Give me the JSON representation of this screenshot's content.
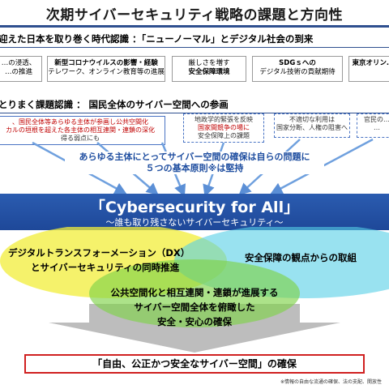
{
  "title": "次期サイバーセキュリティ戦略の課題と方向性",
  "section1": {
    "heading": "迎えた日本を取り巻く時代認識 ：「ニューノーマル」とデジタル社会の到来",
    "boxes": [
      [
        "…の浸透、",
        "…の推進"
      ],
      [
        "新型コロナウイルスの影響・経験",
        "テレワーク、オンライン教育等の進展"
      ],
      [
        "厳しさを増す",
        "安全保障環境"
      ],
      [
        "SDGｓへの",
        "デジタル技術の貢献期待"
      ],
      [
        "東京オリン…"
      ]
    ]
  },
  "section2": {
    "heading": "とりまく課題認識 ： 国民全体のサイバー空間への参画",
    "boxes": [
      [
        "、国民全体等あらゆる主体が参画し公共空間化",
        "カルの垣根を超えた各主体の相互連関・連鎖の深化",
        "得る弱点にも"
      ],
      [
        "地政学的緊張を反映",
        "国家間競争の場に",
        "安全保障上の課題"
      ],
      [
        "不適切な利用は",
        "国家分断、人権の阻害へ"
      ],
      [
        "官民の…",
        "…"
      ]
    ]
  },
  "principle": [
    "あらゆる主体にとってサイバー空間の確保は自らの問題に",
    "５つの基本原則※は堅持"
  ],
  "banner": {
    "main": "「Cybersecurity for All」",
    "sub": "～誰も取り残さないサイバーセキュリティ～"
  },
  "venn": {
    "left_line1": "デジタルトランスフォーメーション（DX）",
    "left_line2": "とサイバーセキュリティの同時推進",
    "right": "安全保障の観点からの取組",
    "center_line1": "公共空間化と相互連関・連鎖が進展する",
    "center_line2": "サイバー空間全体を俯瞰した",
    "center_line3": "安全・安心の確保",
    "colors": {
      "yellow": "#f2ee3a",
      "green": "#7fd24a",
      "cyan": "#55cfe6",
      "arrow": "#b8b8b8"
    }
  },
  "goal": "「自由、公正かつ安全なサイバー空間」の確保",
  "footnote": "※情報の自由な流通の確保、法の支配、開放性"
}
